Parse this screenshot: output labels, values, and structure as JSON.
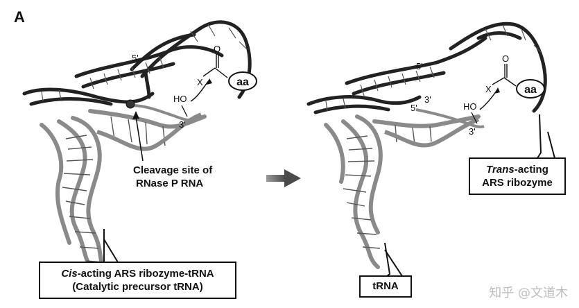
{
  "panel_label": "A",
  "left_structure": {
    "five_prime": "5'",
    "three_prime": "3'",
    "hydroxyl": "HO",
    "leaving_group": "X",
    "carbonyl_o": "O",
    "amino_acid": "aa"
  },
  "right_structure": {
    "five_prime_top": "5'",
    "three_prime_top": "3'",
    "five_prime_inner": "5'",
    "three_prime": "3'",
    "hydroxyl": "HO",
    "leaving_group": "X",
    "carbonyl_o": "O",
    "amino_acid": "aa"
  },
  "cleavage_callout": {
    "line1": "Cleavage site of",
    "line2": "RNase P RNA"
  },
  "cis_box": {
    "italic_prefix": "Cis",
    "rest": "-acting ARS ribozyme-tRNA",
    "line2": "(Catalytic precursor tRNA)"
  },
  "trna_box": {
    "label": "tRNA"
  },
  "trans_box": {
    "italic_prefix": "Trans",
    "rest": "-acting",
    "line2": "ARS ribozyme"
  },
  "watermark": "知乎 @文道木",
  "colors": {
    "strand": "#222222",
    "helix": "#8a8a8a",
    "arrow": "#555555"
  }
}
